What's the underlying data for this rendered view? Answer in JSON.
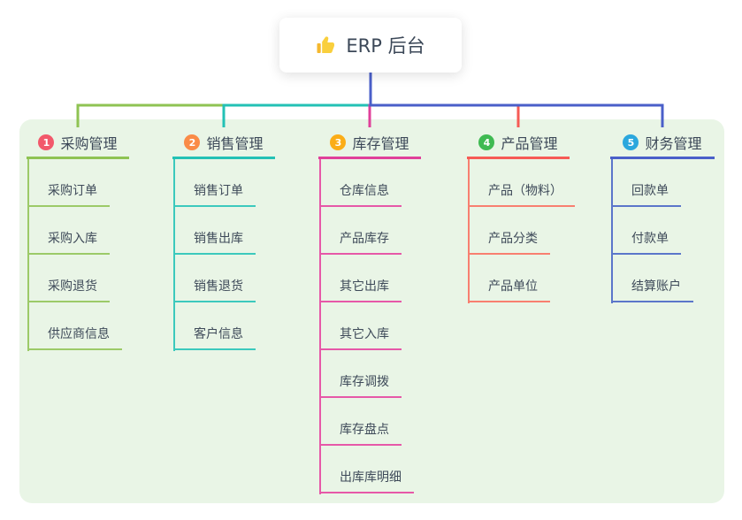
{
  "root": {
    "label": "ERP 后台",
    "icon": "thumbs-up-icon"
  },
  "colors": {
    "panel_bg": "#e9f5e6",
    "root_line": "#4a5fc9",
    "text": "#3c4858",
    "root_card_bg": "#ffffff",
    "thumb_yellow": "#f9cf3d"
  },
  "branches": [
    {
      "badge": "1",
      "badge_color": "#f2596b",
      "title": "采购管理",
      "line_color": "#8fc353",
      "child_line_color": "#9cca68",
      "children": [
        "采购订单",
        "采购入库",
        "采购退货",
        "供应商信息"
      ]
    },
    {
      "badge": "2",
      "badge_color": "#fa8b47",
      "title": "销售管理",
      "line_color": "#23c1b5",
      "child_line_color": "#3cc9bd",
      "children": [
        "销售订单",
        "销售出库",
        "销售退货",
        "客户信息"
      ]
    },
    {
      "badge": "3",
      "badge_color": "#fbad17",
      "title": "库存管理",
      "line_color": "#e0409a",
      "child_line_color": "#e658a8",
      "children": [
        "仓库信息",
        "产品库存",
        "其它出库",
        "其它入库",
        "库存调拨",
        "库存盘点",
        "出库库明细"
      ]
    },
    {
      "badge": "4",
      "badge_color": "#3fba52",
      "title": "产品管理",
      "line_color": "#f65b55",
      "child_line_color": "#f87f70",
      "children": [
        "产品（物料）",
        "产品分类",
        "产品单位"
      ]
    },
    {
      "badge": "5",
      "badge_color": "#2ba7dd",
      "title": "财务管理",
      "line_color": "#4a5fc9",
      "child_line_color": "#5b76ca",
      "children": [
        "回款单",
        "付款单",
        "结算账户"
      ]
    }
  ]
}
